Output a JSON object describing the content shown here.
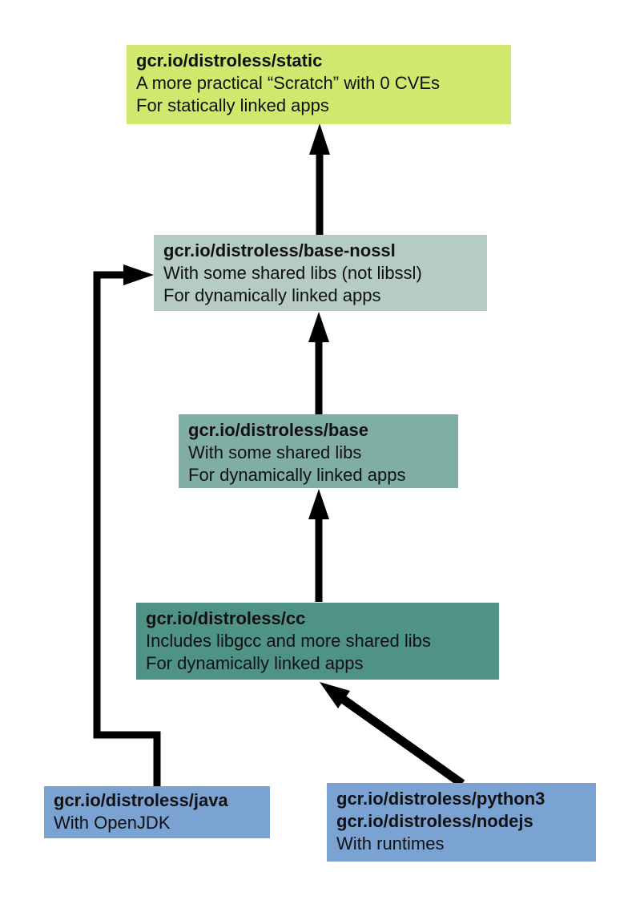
{
  "page": {
    "background": "#ffffff",
    "text_color": "#111111",
    "arrow_color": "#000000"
  },
  "nodes": {
    "static": {
      "title": "gcr.io/distroless/static",
      "line1": "A more practical “Scratch” with 0 CVEs",
      "line2": "For statically linked apps",
      "color": "#cfe86d"
    },
    "base_nossl": {
      "title": "gcr.io/distroless/base-nossl",
      "line1": "With some shared libs (not libssl)",
      "line2": "For dynamically linked apps",
      "color": "#b6cbc5"
    },
    "base": {
      "title": "gcr.io/distroless/base",
      "line1": "With some shared libs",
      "line2": "For dynamically linked apps",
      "color": "#80ada4"
    },
    "cc": {
      "title": "gcr.io/distroless/cc",
      "line1": "Includes libgcc and more shared libs",
      "line2": "For dynamically linked apps",
      "color": "#4f9387"
    },
    "java": {
      "title": "gcr.io/distroless/java",
      "line1": "With OpenJDK",
      "color": "#7aa3d4"
    },
    "python_nodejs": {
      "title1": "gcr.io/distroless/python3",
      "title2": "gcr.io/distroless/nodejs",
      "line1": "With runtimes",
      "color": "#7aa3d4"
    }
  }
}
